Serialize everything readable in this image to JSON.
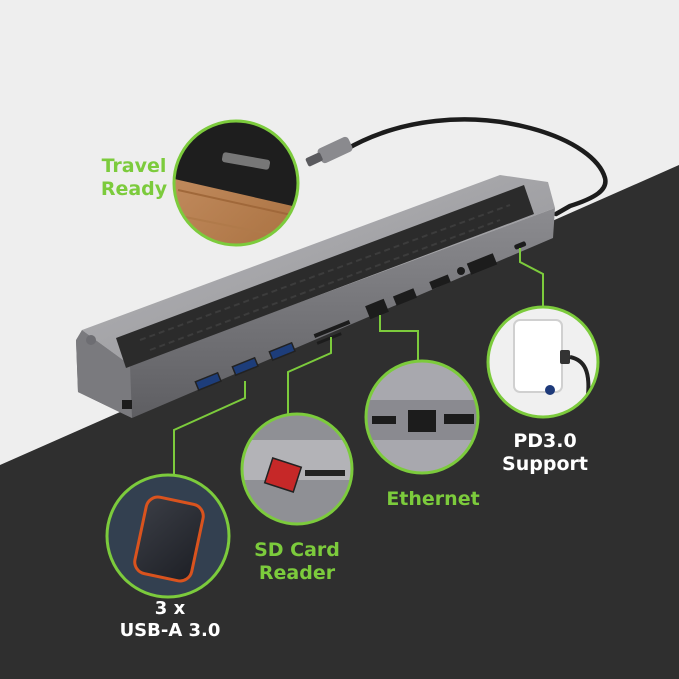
{
  "colors": {
    "accent_green": "#7ccb3c",
    "top_background": "#eeeeee",
    "bottom_background": "#2f2f2f",
    "white_text": "#ffffff",
    "dock_body": "#a5a5a8",
    "dock_pad": "#2a2a2a"
  },
  "features": {
    "travel": {
      "line1": "Travel",
      "line2": "Ready"
    },
    "sd_card": {
      "line1": "SD Card",
      "line2": "Reader"
    },
    "usb": {
      "line1": "3 x",
      "line2": "USB-A 3.0"
    },
    "ethernet": {
      "line1": "Ethernet"
    },
    "pd": {
      "line1": "PD3.0",
      "line2": "Support"
    }
  },
  "icons": {
    "device_logo": "power-logo-icon",
    "ethernet_port": "ethernet-port-icon",
    "usb_port": "usb-port-icon",
    "sd_slot": "sd-card-slot-icon",
    "hdmi_port": "hdmi-port-icon",
    "vga_port": "vga-port-icon",
    "usbc_port": "usb-c-port-icon",
    "power_adapter": "power-adapter-icon",
    "portable_ssd": "portable-ssd-icon",
    "sd_card": "sd-card-icon",
    "usb_c_cable": "usb-c-cable-icon"
  }
}
